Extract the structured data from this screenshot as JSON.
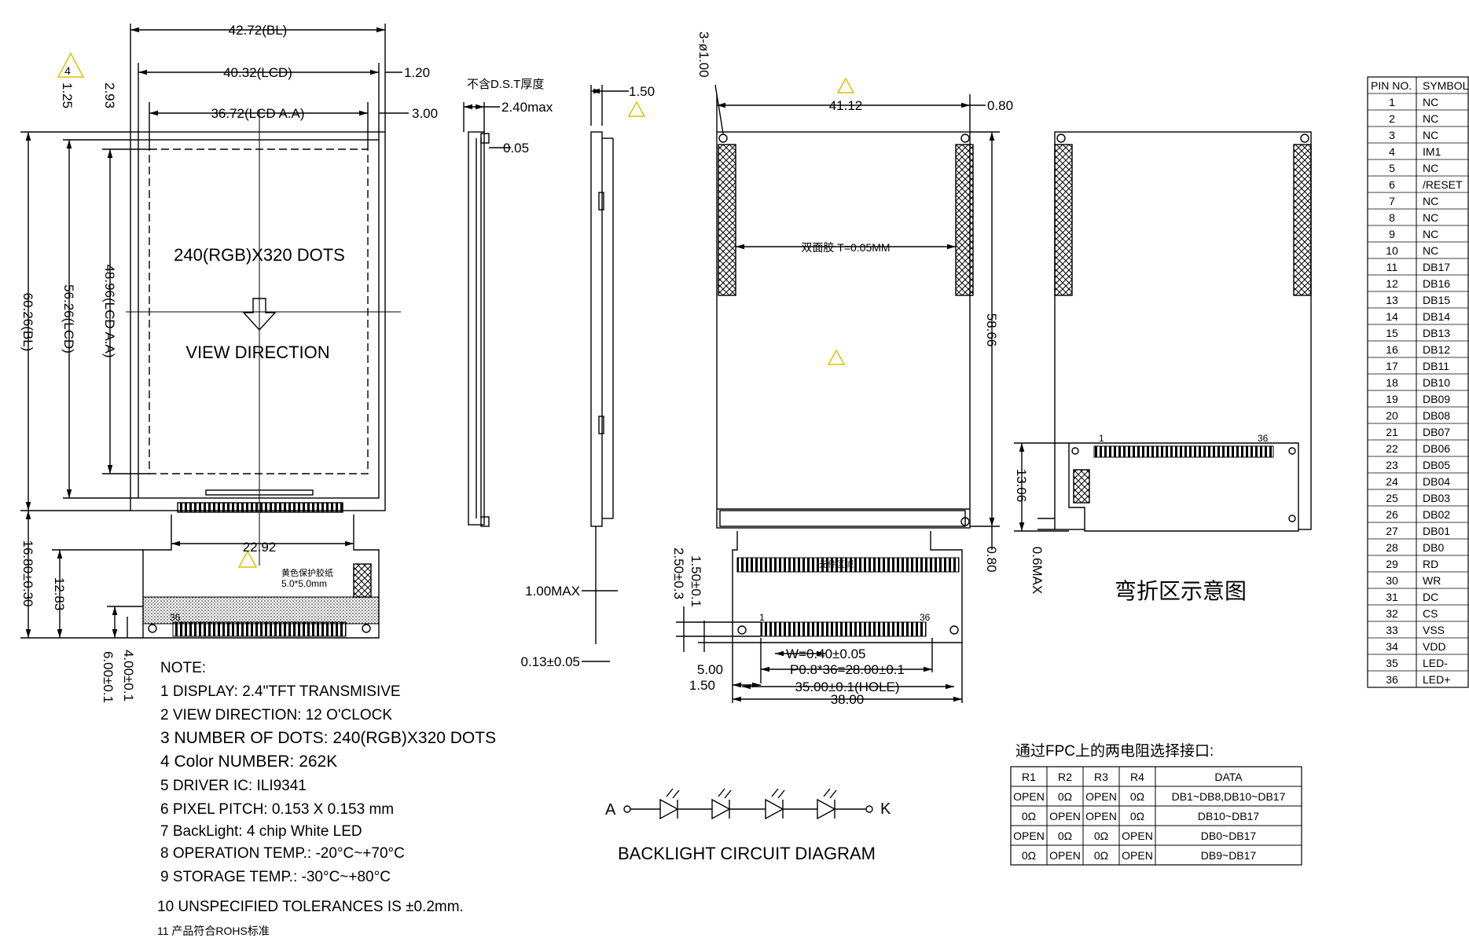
{
  "front_view": {
    "dim_bl_width": "42.72(BL)",
    "dim_lcd_width": "40.32(LCD)",
    "dim_aa_width": "36.72(LCD A.A)",
    "dim_right_gap": "1.20",
    "dim_aa_right": "3.00",
    "dim_top_125": "1.25",
    "dim_top_293": "2.93",
    "dim_bl_height": "60.26(BL)",
    "dim_lcd_height": "56.26(LCD)",
    "dim_aa_height": "48.96(LCD A.A)",
    "dim_fpc_len": "16.80±0.30",
    "dim_fpc_1283": "12.83",
    "dim_fpc_400": "4.00±0.1",
    "dim_fpc_600": "6.00±0.1",
    "dim_fpc_width": "22.92",
    "dots_label": "240(RGB)X320 DOTS",
    "view_label": "VIEW DIRECTION",
    "tape_label_1": "黄色保护胶纸",
    "tape_label_2": "5.0*5.0mm",
    "pin36": "36",
    "warn": "4"
  },
  "side_view_1": {
    "title": "不含D.S.T厚度",
    "dim_thick": "2.40max",
    "dim_005": "0.05"
  },
  "side_view_2": {
    "dim_150": "1.50",
    "dim_100max": "1.00MAX",
    "dim_013": "0.13±0.05"
  },
  "back_view": {
    "dim_holes": "3-ø1.00",
    "dim_4112": "41.12",
    "dim_080_top": "0.80",
    "dim_5866": "58.66",
    "dim_080_bot": "0.80",
    "tape_label": "双面胶 T=0.05MM",
    "component_area": "元件区域",
    "pin1": "1",
    "pin36": "36",
    "dim_150_fpc": "1.50±0.1",
    "dim_250": "2.50±0.3",
    "dim_w": "W=0.40±0.05",
    "dim_pitch": "P0.8*36=28.00±0.1",
    "dim_500": "5.00",
    "dim_150b": "1.50",
    "dim_hole": "35.00±0.1(HOLE)",
    "dim_3800": "38.00"
  },
  "bend_view": {
    "pin1": "1",
    "pin36": "36",
    "dim_1306": "13.06",
    "dim_06max": "0.6MAX",
    "caption": "弯折区示意图"
  },
  "notes": {
    "heading": "NOTE:",
    "items": [
      "1  DISPLAY: 2.4\"TFT TRANSMISIVE",
      "2  VIEW DIRECTION: 12 O'CLOCK",
      "3  NUMBER  OF  DOTS:  240(RGB)X320  DOTS",
      "4  Color  NUMBER:  262K",
      "5  DRIVER  IC:  ILI9341",
      "6  PIXEL  PITCH:  0.153  X  0.153  mm",
      "7  BackLight:  4  chip  White  LED",
      "8  OPERATION  TEMP.:  -20°C~+70°C",
      "9  STORAGE  TEMP.:  -30°C~+80°C",
      "10  UNSPECIFIED  TOLERANCES  IS  ±0.2mm.",
      "11  产品符合ROHS标准"
    ]
  },
  "backlight": {
    "anode": "A",
    "cathode": "K",
    "caption": "BACKLIGHT  CIRCUIT  DIAGRAM"
  },
  "interface_table": {
    "title": "通过FPC上的两电阻选择接口:",
    "headers": [
      "R1",
      "R2",
      "R3",
      "R4",
      "DATA"
    ],
    "rows": [
      [
        "OPEN",
        "0Ω",
        "OPEN",
        "0Ω",
        "DB1~DB8,DB10~DB17"
      ],
      [
        "0Ω",
        "OPEN",
        "OPEN",
        "0Ω",
        "DB10~DB17"
      ],
      [
        "OPEN",
        "0Ω",
        "0Ω",
        "OPEN",
        "DB0~DB17"
      ],
      [
        "0Ω",
        "OPEN",
        "0Ω",
        "OPEN",
        "DB9~DB17"
      ]
    ]
  },
  "pin_table": {
    "headers": [
      "PIN  NO.",
      "SYMBOL"
    ],
    "rows": [
      [
        "1",
        "NC"
      ],
      [
        "2",
        "NC"
      ],
      [
        "3",
        "NC"
      ],
      [
        "4",
        "IM1"
      ],
      [
        "5",
        "NC"
      ],
      [
        "6",
        "/RESET"
      ],
      [
        "7",
        "NC"
      ],
      [
        "8",
        "NC"
      ],
      [
        "9",
        "NC"
      ],
      [
        "10",
        "NC"
      ],
      [
        "11",
        "DB17"
      ],
      [
        "12",
        "DB16"
      ],
      [
        "13",
        "DB15"
      ],
      [
        "14",
        "DB14"
      ],
      [
        "15",
        "DB13"
      ],
      [
        "16",
        "DB12"
      ],
      [
        "17",
        "DB11"
      ],
      [
        "18",
        "DB10"
      ],
      [
        "19",
        "DB09"
      ],
      [
        "20",
        "DB08"
      ],
      [
        "21",
        "DB07"
      ],
      [
        "22",
        "DB06"
      ],
      [
        "23",
        "DB05"
      ],
      [
        "24",
        "DB04"
      ],
      [
        "25",
        "DB03"
      ],
      [
        "26",
        "DB02"
      ],
      [
        "27",
        "DB01"
      ],
      [
        "28",
        "DB0"
      ],
      [
        "29",
        "RD"
      ],
      [
        "30",
        "WR"
      ],
      [
        "31",
        "DC"
      ],
      [
        "32",
        "CS"
      ],
      [
        "33",
        "VSS"
      ],
      [
        "34",
        "VDD"
      ],
      [
        "35",
        "LED-"
      ],
      [
        "36",
        "LED+"
      ]
    ]
  }
}
